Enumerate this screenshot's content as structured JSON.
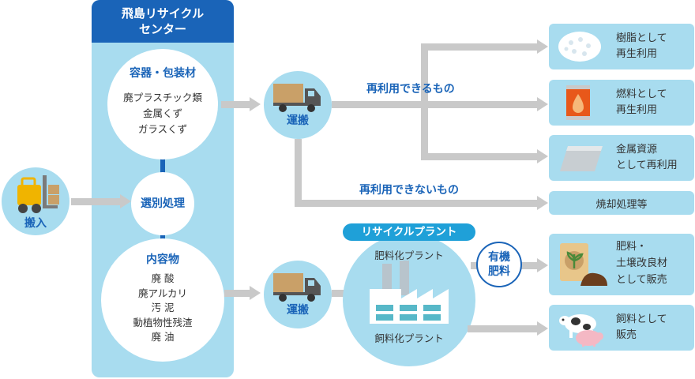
{
  "center": {
    "title_line1": "飛島リサイクル",
    "title_line2": "センター",
    "containers": {
      "title": "容器・包装材",
      "items": [
        "廃プラスチック類",
        "金属くず",
        "ガラスくず"
      ]
    },
    "sorting": "選別処理",
    "contents": {
      "title": "内容物",
      "items": [
        "廃 酸",
        "廃アルカリ",
        "汚 泥",
        "動植物性残渣",
        "廃 油"
      ]
    }
  },
  "intake": {
    "label": "搬入"
  },
  "transport_top": {
    "label": "運搬"
  },
  "transport_bottom": {
    "label": "運搬"
  },
  "routes": {
    "recyclable": "再利用できるもの",
    "non_recyclable": "再利用できないもの"
  },
  "plant": {
    "title": "リサイクルプラント",
    "fertilizer": "肥料化プラント",
    "feed": "飼料化プラント"
  },
  "organic_badge": {
    "line1": "有機",
    "line2": "肥料"
  },
  "outputs": {
    "resin": {
      "line1": "樹脂として",
      "line2": "再生利用"
    },
    "fuel": {
      "line1": "燃料として",
      "line2": "再生利用"
    },
    "metal": {
      "line1": "金属資源",
      "line2": "として再利用"
    },
    "incineration": {
      "line1": "焼却処理等"
    },
    "fertilizer": {
      "line1": "肥料・",
      "line2": "土壌改良材",
      "line3": "として販売"
    },
    "feed": {
      "line1": "飼料として",
      "line2": "販売"
    }
  },
  "colors": {
    "accent": "#1a64b8",
    "panel": "#a8dcef",
    "arrow": "#c9c9c9",
    "forklift": "#f0b400"
  }
}
